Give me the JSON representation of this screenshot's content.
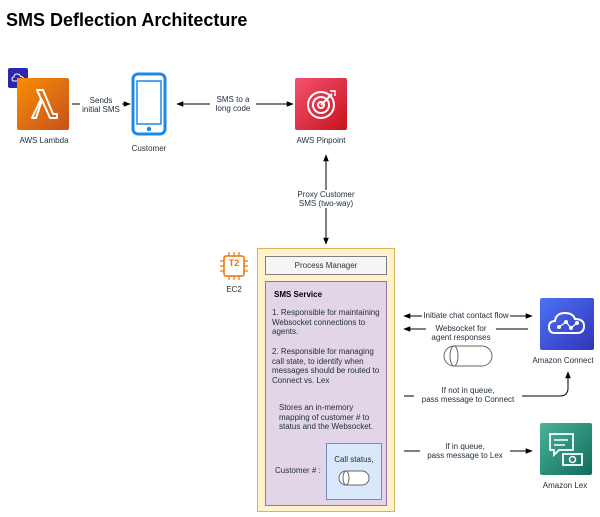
{
  "title": "SMS Deflection Architecture",
  "nodes": {
    "lambda": "AWS Lambda",
    "customer": "Customer",
    "pinpoint": "AWS Pinpoint",
    "ec2_badge": "T2",
    "ec2": "EC2",
    "connect": "Amazon Connect",
    "lex": "Amazon Lex"
  },
  "edges": {
    "sends_sms": [
      "Sends",
      "initial SMS"
    ],
    "sms_long_code": [
      "SMS to a",
      "long code"
    ],
    "proxy_sms": [
      "Proxy Customer",
      "SMS (two-way)"
    ],
    "initiate_chat": "Initiate chat contact flow",
    "websocket_agent": [
      "Websocket for",
      "agent responses"
    ],
    "not_in_queue": [
      "If not in queue,",
      "pass message to Connect"
    ],
    "in_queue": [
      "If in queue,",
      "pass message to Lex"
    ]
  },
  "process_manager": {
    "header": "Process Manager",
    "sms_service_title": "SMS Service",
    "item1": "1. Responsible for maintaining Websocket connections to agents.",
    "item2": "2. Responsible for managing call state, to identify when messages should be routed to Connect vs. Lex",
    "memory_note": "Stores an in-memory mapping of customer # to status and the Websocket.",
    "customer_hash": "Customer # :",
    "call_status": "Call status,"
  },
  "colors": {
    "lambda": "#ed7100",
    "customer": "#1e88e5",
    "pinpoint": "#dd344c",
    "connect": "#3b48cc",
    "lex": "#01a88d",
    "ec2": "#ed7100"
  }
}
